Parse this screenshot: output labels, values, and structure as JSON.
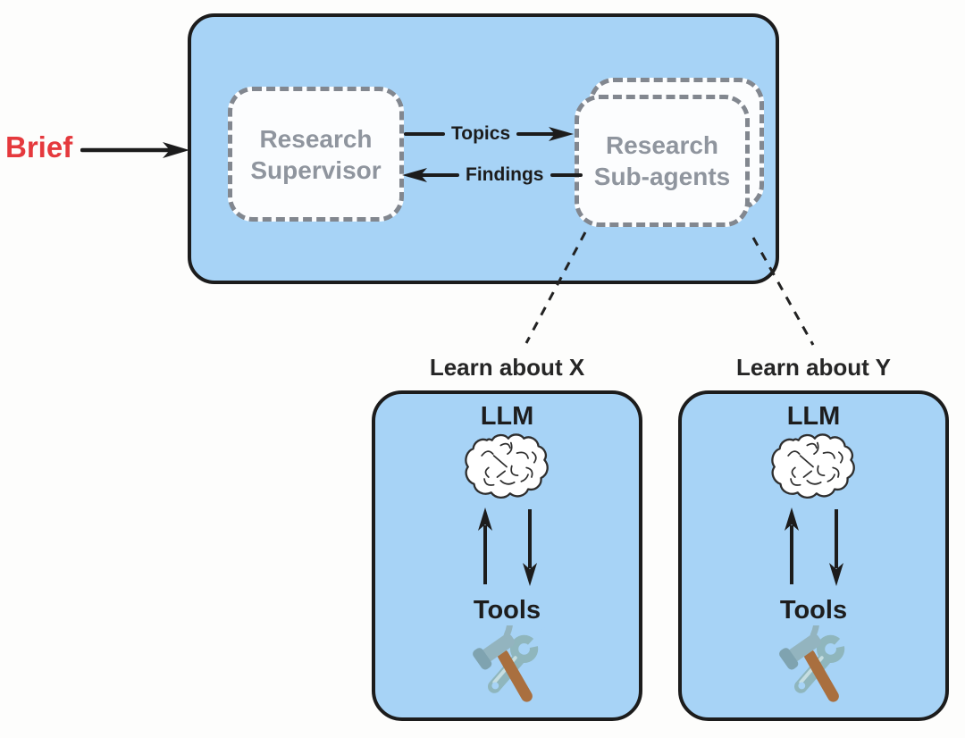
{
  "diagram": {
    "brief_label": "Brief",
    "main_flow": {
      "supervisor": {
        "line1": "Research",
        "line2": "Supervisor"
      },
      "subagents": {
        "line1": "Research",
        "line2": "Sub-agents"
      },
      "topics_label": "Topics",
      "findings_label": "Findings"
    },
    "branches": [
      {
        "title": "Learn about X",
        "llm_label": "LLM",
        "tools_label": "Tools"
      },
      {
        "title": "Learn about Y",
        "llm_label": "LLM",
        "tools_label": "Tools"
      }
    ],
    "icons": {
      "brief_arrow": "right-arrow-icon",
      "llm": "brain-icon",
      "tools": "hammer-wrench-icon"
    },
    "colors": {
      "container_fill": "#a7d3f6",
      "container_border": "#1c1c1c",
      "dashed_box_border": "#82878f",
      "dashed_box_fill": "#fcfdfe",
      "box_text_gray": "#8f959e",
      "brief_red": "#e5393d",
      "arrow_black": "#1c1c1c",
      "wrench_teal": "#8fb6bd",
      "hammer_head_steel": "#93b4bf",
      "hammer_handle_brown": "#a96f3f"
    }
  }
}
